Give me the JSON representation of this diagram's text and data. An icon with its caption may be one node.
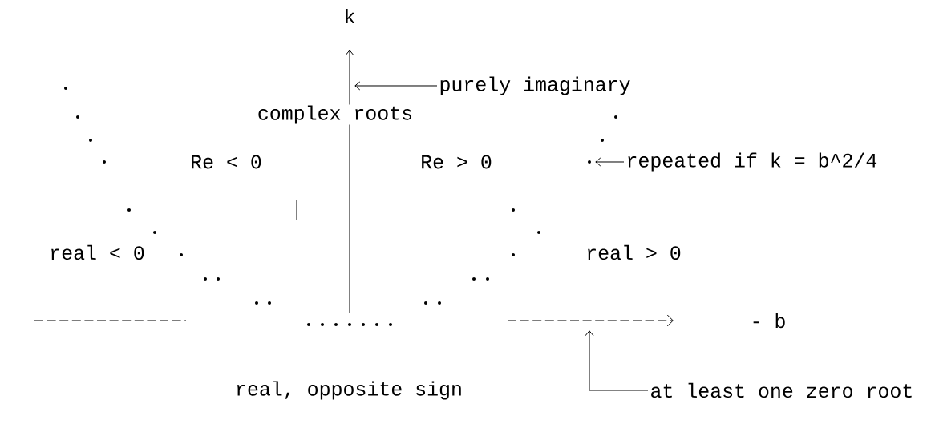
{
  "diagram": {
    "nodes": [
      {
        "text": [
          "purely imaginary"
        ]
      },
      {
        "text": [
          "repeated if k = b^2/4"
        ]
      },
      {
        "text": [
          "at least one zero root"
        ]
      }
    ],
    "edges": [
      {
        "from": 0,
        "to": null,
        "arrow": "to"
      },
      {
        "from": 1,
        "to": null,
        "arrow": "to"
      },
      {
        "from": 2,
        "to": null,
        "arrow": "to"
      }
    ],
    "labels": [
      "k",
      "complex roots",
      "Re < 0",
      "Re > 0",
      "real < 0",
      "real > 0",
      "- b",
      "real, opposite sign"
    ]
  }
}
